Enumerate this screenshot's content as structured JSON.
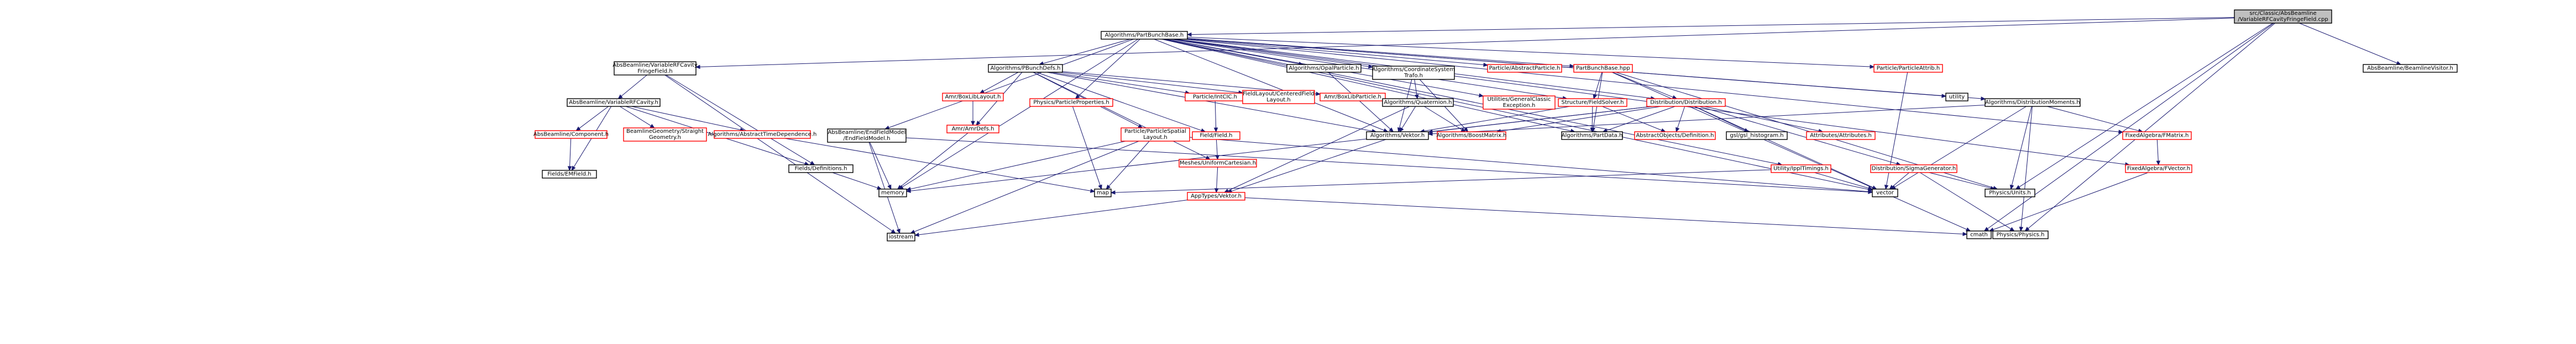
{
  "colors": {
    "edge": "#191970",
    "focus_fill": "#bfbfbf",
    "focus_border": "#000000",
    "normal_border": "#000000",
    "red_border": "#ff0000",
    "node_fill": "#ffffff",
    "text": "#000000"
  },
  "nodes": [
    {
      "id": "root",
      "lines": [
        "src/Classic/AbsBeamline",
        "/VariableRFCavityFringeField.cpp"
      ],
      "style": "focus"
    },
    {
      "id": "partbunchbase_h",
      "lines": [
        "Algorithms/PartBunchBase.h"
      ],
      "style": "normal"
    },
    {
      "id": "vrfcff_h",
      "lines": [
        "AbsBeamline/VariableRFCavity",
        "FringeField.h"
      ],
      "style": "normal"
    },
    {
      "id": "beamlinevisitor_h",
      "lines": [
        "AbsBeamline/BeamlineVisitor.h"
      ],
      "style": "normal"
    },
    {
      "id": "vrfc_h",
      "lines": [
        "AbsBeamline/VariableRFCavity.h"
      ],
      "style": "normal"
    },
    {
      "id": "component_h",
      "lines": [
        "AbsBeamline/Component.h"
      ],
      "style": "red"
    },
    {
      "id": "straightgeom_h",
      "lines": [
        "BeamlineGeometry/Straight",
        "Geometry.h"
      ],
      "style": "red"
    },
    {
      "id": "abstimedep_h",
      "lines": [
        "Algorithms/AbstractTimeDependence.h"
      ],
      "style": "red"
    },
    {
      "id": "fielddefs_h",
      "lines": [
        "Fields/Definitions.h"
      ],
      "style": "normal"
    },
    {
      "id": "emfield_h",
      "lines": [
        "Fields/EMField.h"
      ],
      "style": "normal"
    },
    {
      "id": "pbunchdefs_h",
      "lines": [
        "Algorithms/PBunchDefs.h"
      ],
      "style": "normal"
    },
    {
      "id": "amrboxlib_h",
      "lines": [
        "Amr/BoxLibLayout.h"
      ],
      "style": "red"
    },
    {
      "id": "amrdefs_h",
      "lines": [
        "Amr/AmrDefs.h"
      ],
      "style": "red"
    },
    {
      "id": "physprops_h",
      "lines": [
        "Physics/ParticleProperties.h"
      ],
      "style": "red"
    },
    {
      "id": "particleintcic_h",
      "lines": [
        "Particle/IntCIC.h"
      ],
      "style": "red"
    },
    {
      "id": "fieldlayout_h",
      "lines": [
        "FieldLayout/CenteredField",
        "Layout.h"
      ],
      "style": "red"
    },
    {
      "id": "amrboxlibparticle_h",
      "lines": [
        "Amr/BoxLibParticle.h"
      ],
      "style": "red"
    },
    {
      "id": "particlespatial_h",
      "lines": [
        "Particle/ParticleSpatial",
        "Layout.h"
      ],
      "style": "red"
    },
    {
      "id": "fieldfield_h",
      "lines": [
        "Field/Field.h"
      ],
      "style": "red"
    },
    {
      "id": "endfieldmodel_h",
      "lines": [
        "AbsBeamline/EndFieldModel",
        "/EndFieldModel.h"
      ],
      "style": "normal"
    },
    {
      "id": "opalparticle_h",
      "lines": [
        "Algorithms/OpalParticle.h"
      ],
      "style": "normal"
    },
    {
      "id": "coordsystrafo_h",
      "lines": [
        "Algorithms/CoordinateSystem",
        "Trafo.h"
      ],
      "style": "normal"
    },
    {
      "id": "quaternion_h",
      "lines": [
        "Algorithms/Quaternion.h"
      ],
      "style": "normal"
    },
    {
      "id": "vektor_h",
      "lines": [
        "Algorithms/Vektor.h"
      ],
      "style": "normal"
    },
    {
      "id": "particleabstract_h",
      "lines": [
        "Particle/AbstractParticle.h"
      ],
      "style": "red"
    },
    {
      "id": "genericclassic_h",
      "lines": [
        "Utilities/GeneralClassic",
        "Exception.h"
      ],
      "style": "red"
    },
    {
      "id": "partbunchbase_hpp",
      "lines": [
        "PartBunchBase.hpp"
      ],
      "style": "red"
    },
    {
      "id": "fieldsolver_h",
      "lines": [
        "Structure/FieldSolver.h"
      ],
      "style": "red"
    },
    {
      "id": "distribution_h",
      "lines": [
        "Distribution/Distribution.h"
      ],
      "style": "red"
    },
    {
      "id": "boostmatrix_h",
      "lines": [
        "Algorithms/BoostMatrix.h"
      ],
      "style": "red"
    },
    {
      "id": "partdata_h",
      "lines": [
        "Algorithms/PartData.h"
      ],
      "style": "normal"
    },
    {
      "id": "abstractobjects_h",
      "lines": [
        "AbstractObjects/Definition.h"
      ],
      "style": "red"
    },
    {
      "id": "gslhist_h",
      "lines": [
        "gsl/gsl_histogram.h"
      ],
      "style": "normal"
    },
    {
      "id": "attributes_h",
      "lines": [
        "Attributes/Attributes.h"
      ],
      "style": "red"
    },
    {
      "id": "sigmagen_h",
      "lines": [
        "Distribution/SigmaGenerator.h"
      ],
      "style": "red"
    },
    {
      "id": "ippltimings_h",
      "lines": [
        "Utility/IpplTimings.h"
      ],
      "style": "red"
    },
    {
      "id": "particleattrib_h",
      "lines": [
        "Particle/ParticleAttrib.h"
      ],
      "style": "red"
    },
    {
      "id": "utility",
      "lines": [
        "utility"
      ],
      "style": "normal"
    },
    {
      "id": "distmoments_h",
      "lines": [
        "Algorithms/DistributionMoments.h"
      ],
      "style": "normal"
    },
    {
      "id": "fmatrix_h",
      "lines": [
        "FixedAlgebra/FMatrix.h"
      ],
      "style": "red"
    },
    {
      "id": "fvector_h",
      "lines": [
        "FixedAlgebra/FVector.h"
      ],
      "style": "red"
    },
    {
      "id": "physunits_h",
      "lines": [
        "Physics/Units.h"
      ],
      "style": "normal"
    },
    {
      "id": "physphysics_h",
      "lines": [
        "Physics/Physics.h"
      ],
      "style": "normal"
    },
    {
      "id": "memory",
      "lines": [
        "memory"
      ],
      "style": "normal"
    },
    {
      "id": "map",
      "lines": [
        "map"
      ],
      "style": "normal"
    },
    {
      "id": "vector",
      "lines": [
        "vector"
      ],
      "style": "normal"
    },
    {
      "id": "meshes_h",
      "lines": [
        "Meshes/UniformCartesian.h"
      ],
      "style": "red"
    },
    {
      "id": "apptypes_h",
      "lines": [
        "AppTypes/Vektor.h"
      ],
      "style": "red"
    },
    {
      "id": "iostream",
      "lines": [
        "iostream"
      ],
      "style": "normal"
    },
    {
      "id": "cmath",
      "lines": [
        "cmath"
      ],
      "style": "normal"
    }
  ],
  "edges": [
    [
      "root",
      "partbunchbase_h"
    ],
    [
      "root",
      "vrfcff_h"
    ],
    [
      "root",
      "beamlinevisitor_h"
    ],
    [
      "root",
      "physunits_h"
    ],
    [
      "root",
      "physphysics_h"
    ],
    [
      "root",
      "cmath"
    ],
    [
      "vrfcff_h",
      "vrfc_h"
    ],
    [
      "vrfcff_h",
      "fielddefs_h"
    ],
    [
      "vrfcff_h",
      "iostream"
    ],
    [
      "vrfc_h",
      "component_h"
    ],
    [
      "vrfc_h",
      "straightgeom_h"
    ],
    [
      "vrfc_h",
      "abstimedep_h"
    ],
    [
      "vrfc_h",
      "fielddefs_h"
    ],
    [
      "vrfc_h",
      "emfield_h"
    ],
    [
      "component_h",
      "emfield_h"
    ],
    [
      "fielddefs_h",
      "memory"
    ],
    [
      "abstimedep_h",
      "map"
    ],
    [
      "partbunchbase_h",
      "pbunchdefs_h"
    ],
    [
      "partbunchbase_h",
      "physprops_h"
    ],
    [
      "partbunchbase_h",
      "endfieldmodel_h"
    ],
    [
      "partbunchbase_h",
      "opalparticle_h"
    ],
    [
      "partbunchbase_h",
      "coordsystrafo_h"
    ],
    [
      "partbunchbase_h",
      "particleabstract_h"
    ],
    [
      "partbunchbase_h",
      "genericclassic_h"
    ],
    [
      "partbunchbase_h",
      "partbunchbase_hpp"
    ],
    [
      "partbunchbase_h",
      "fieldsolver_h"
    ],
    [
      "partbunchbase_h",
      "distribution_h"
    ],
    [
      "partbunchbase_h",
      "partdata_h"
    ],
    [
      "partbunchbase_h",
      "ippltimings_h"
    ],
    [
      "partbunchbase_h",
      "particleattrib_h"
    ],
    [
      "partbunchbase_h",
      "utility"
    ],
    [
      "partbunchbase_h",
      "distmoments_h"
    ],
    [
      "partbunchbase_h",
      "vector"
    ],
    [
      "partbunchbase_h",
      "vektor_h"
    ],
    [
      "partbunchbase_h",
      "memory"
    ],
    [
      "partbunchbase_h",
      "fmatrix_h"
    ],
    [
      "partbunchbase_h",
      "fvector_h"
    ],
    [
      "pbunchdefs_h",
      "amrboxlib_h"
    ],
    [
      "pbunchdefs_h",
      "amrdefs_h"
    ],
    [
      "pbunchdefs_h",
      "particleintcic_h"
    ],
    [
      "pbunchdefs_h",
      "fieldlayout_h"
    ],
    [
      "pbunchdefs_h",
      "amrboxlibparticle_h"
    ],
    [
      "pbunchdefs_h",
      "particlespatial_h"
    ],
    [
      "pbunchdefs_h",
      "fieldfield_h"
    ],
    [
      "pbunchdefs_h",
      "meshes_h"
    ],
    [
      "pbunchdefs_h",
      "vektor_h"
    ],
    [
      "amrboxlib_h",
      "amrdefs_h"
    ],
    [
      "amrdefs_h",
      "memory"
    ],
    [
      "physprops_h",
      "map"
    ],
    [
      "particleintcic_h",
      "fieldfield_h"
    ],
    [
      "fieldfield_h",
      "meshes_h"
    ],
    [
      "particlespatial_h",
      "map"
    ],
    [
      "particlespatial_h",
      "memory"
    ],
    [
      "particlespatial_h",
      "vector"
    ],
    [
      "particlespatial_h",
      "iostream"
    ],
    [
      "meshes_h",
      "apptypes_h"
    ],
    [
      "apptypes_h",
      "iostream"
    ],
    [
      "apptypes_h",
      "cmath"
    ],
    [
      "endfieldmodel_h",
      "memory"
    ],
    [
      "endfieldmodel_h",
      "iostream"
    ],
    [
      "endfieldmodel_h",
      "vector"
    ],
    [
      "opalparticle_h",
      "vektor_h"
    ],
    [
      "coordsystrafo_h",
      "quaternion_h"
    ],
    [
      "coordsystrafo_h",
      "vektor_h"
    ],
    [
      "coordsystrafo_h",
      "boostmatrix_h"
    ],
    [
      "quaternion_h",
      "vektor_h"
    ],
    [
      "quaternion_h",
      "boostmatrix_h"
    ],
    [
      "quaternion_h",
      "apptypes_h"
    ],
    [
      "vektor_h",
      "apptypes_h"
    ],
    [
      "partbunchbase_hpp",
      "distribution_h"
    ],
    [
      "partbunchbase_hpp",
      "fieldsolver_h"
    ],
    [
      "partbunchbase_hpp",
      "partdata_h"
    ],
    [
      "partbunchbase_hpp",
      "cmath"
    ],
    [
      "partbunchbase_hpp",
      "physunits_h"
    ],
    [
      "fieldsolver_h",
      "abstractobjects_h"
    ],
    [
      "fieldsolver_h",
      "vektor_h"
    ],
    [
      "fieldsolver_h",
      "partdata_h"
    ],
    [
      "distribution_h",
      "vektor_h"
    ],
    [
      "distribution_h",
      "boostmatrix_h"
    ],
    [
      "distribution_h",
      "partdata_h"
    ],
    [
      "distribution_h",
      "abstractobjects_h"
    ],
    [
      "distribution_h",
      "gslhist_h"
    ],
    [
      "distribution_h",
      "attributes_h"
    ],
    [
      "distribution_h",
      "sigmagen_h"
    ],
    [
      "distribution_h",
      "vector"
    ],
    [
      "distribution_h",
      "memory"
    ],
    [
      "sigmagen_h",
      "physunits_h"
    ],
    [
      "sigmagen_h",
      "physphysics_h"
    ],
    [
      "sigmagen_h",
      "vector"
    ],
    [
      "ippltimings_h",
      "map"
    ],
    [
      "ippltimings_h",
      "vector"
    ],
    [
      "particleattrib_h",
      "vector"
    ],
    [
      "distmoments_h",
      "vektor_h"
    ],
    [
      "distmoments_h",
      "fmatrix_h"
    ],
    [
      "distmoments_h",
      "physunits_h"
    ],
    [
      "distmoments_h",
      "physphysics_h"
    ],
    [
      "distmoments_h",
      "vector"
    ],
    [
      "fmatrix_h",
      "fvector_h"
    ],
    [
      "fvector_h",
      "cmath"
    ]
  ]
}
